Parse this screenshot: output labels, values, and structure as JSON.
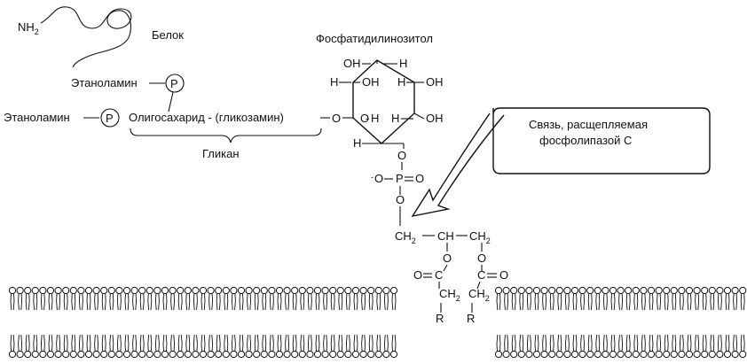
{
  "labels": {
    "nh2_main": "NH",
    "nh2_sub": "2",
    "protein": "Белок",
    "ethanolamine_top": "Этаноламин",
    "ethanolamine_left": "Этаноламин",
    "phosphate_p": "P",
    "oligosaccharide": "Олигосахарид - (гликозамин)",
    "glycan": "Гликан",
    "phosphatidylinositol": "Фосфатидилинозитол",
    "callout_line1": "Связь, расщепляемая",
    "callout_line2": "фосфолипазой С"
  },
  "atoms": {
    "oh": "OH",
    "h": "H",
    "o": "O",
    "p": "P",
    "c": "C",
    "ch": "CH",
    "r": "R",
    "minus": "-",
    "eq": "=",
    "ch2_main": "CH",
    "ch2_sub": "2"
  },
  "colors": {
    "ink": "#111111",
    "background": "#ffffff"
  }
}
